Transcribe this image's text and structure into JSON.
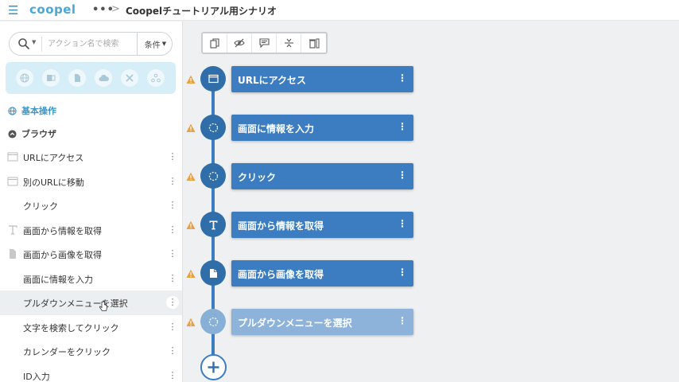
{
  "header": {
    "logo": "coopel",
    "breadcrumb_sep": ">",
    "scenario_title": "Coopelチュートリアル用シナリオ"
  },
  "sidebar": {
    "search": {
      "placeholder": "アクション名で検索",
      "value": "",
      "condition_label": "条件"
    },
    "categories": [
      "globe-icon",
      "excel-icon",
      "document-icon",
      "cloud-icon",
      "tools-icon",
      "network-icon"
    ],
    "section_basic": "基本操作",
    "section_browser": "ブラウザ",
    "actions": [
      {
        "label": "URLにアクセス",
        "icon": "browser-window-icon"
      },
      {
        "label": "別のURLに移動",
        "icon": "browser-window-icon"
      },
      {
        "label": "クリック",
        "icon": ""
      },
      {
        "label": "画面から情報を取得",
        "icon": "text-t-icon"
      },
      {
        "label": "画面から画像を取得",
        "icon": "document-icon"
      },
      {
        "label": "画面に情報を入力",
        "icon": ""
      },
      {
        "label": "プルダウンメニューを選択",
        "icon": ""
      },
      {
        "label": "文字を検索してクリック",
        "icon": ""
      },
      {
        "label": "カレンダーをクリック",
        "icon": ""
      },
      {
        "label": "ID入力",
        "icon": ""
      }
    ]
  },
  "toolbar": [
    "copy-icon",
    "hide-icon",
    "comment-icon",
    "split-icon",
    "delete-icon"
  ],
  "flow": {
    "steps": [
      {
        "label": "URLにアクセス",
        "icon": "browser-window-icon",
        "warning": true
      },
      {
        "label": "画面に情報を入力",
        "icon": "dotted-circle-icon",
        "warning": true
      },
      {
        "label": "クリック",
        "icon": "dotted-circle-icon",
        "warning": true
      },
      {
        "label": "画面から情報を取得",
        "icon": "text-t-icon",
        "warning": true
      },
      {
        "label": "画面から画像を取得",
        "icon": "document-icon",
        "warning": true
      },
      {
        "label": "プルダウンメニューを選択",
        "icon": "dotted-circle-icon",
        "warning": true
      }
    ]
  },
  "colors": {
    "accent": "#3b7dc0",
    "accent_dark": "#2f6ea8",
    "light_blue": "#d6eef8",
    "warning": "#e8a040"
  }
}
